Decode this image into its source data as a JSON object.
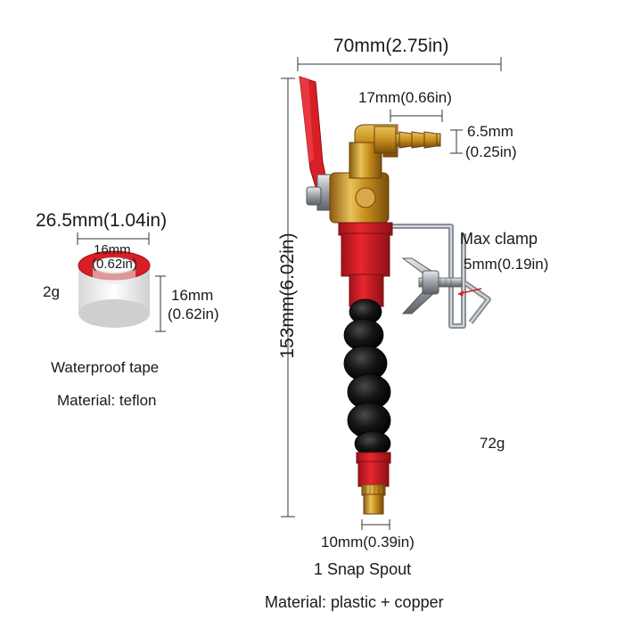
{
  "product": {
    "width_dim": "70mm(2.75in)",
    "height_dim": "153mm(6.02in)",
    "barb_length_dim": "17mm(0.66in)",
    "barb_diameter_mm": "6.5mm",
    "barb_diameter_in": "(0.25in)",
    "max_clamp_label": "Max clamp",
    "max_clamp_value": "5mm(0.19in)",
    "weight": "72g",
    "spout_dim": "10mm(0.39in)",
    "spout_label": "1 Snap Spout",
    "material": "Material: plastic + copper"
  },
  "tape": {
    "outer_diameter": "26.5mm(1.04in)",
    "inner_diameter_mm": "16mm",
    "inner_diameter_in": "(0.62in)",
    "width_mm": "16mm",
    "width_in": "(0.62in)",
    "weight": "2g",
    "name": "Waterproof tape",
    "material": "Material: teflon"
  },
  "colors": {
    "red": "#d81f26",
    "brass": "#c8901e",
    "black": "#111111",
    "steel": "#9aa0a6"
  }
}
